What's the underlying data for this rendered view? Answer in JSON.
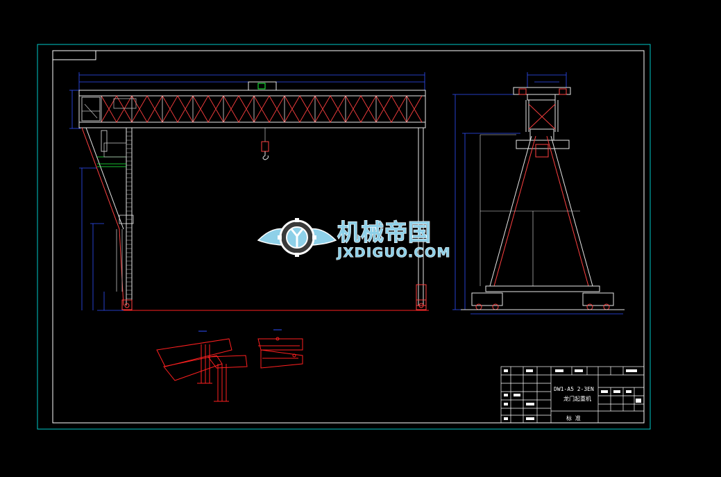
{
  "drawing": {
    "colors": {
      "background": "#000000",
      "frame": "#00c8c8",
      "structure": "#e8e8e8",
      "dimension": "#3050ff",
      "member": "#ff2020",
      "detail": "#ff2020",
      "accent_green": "#20ff40"
    },
    "views": [
      "front-elevation",
      "side-elevation",
      "detail-views"
    ],
    "title_block": {
      "designation": "DW1-A5 2-3EN",
      "part_name": "龙门起重机",
      "cell_label": "标 准"
    }
  },
  "watermark": {
    "logo_icon": "gear-wing-logo",
    "brand_cn": "机械帝国",
    "brand_en": "JXDIGUO.COM"
  }
}
